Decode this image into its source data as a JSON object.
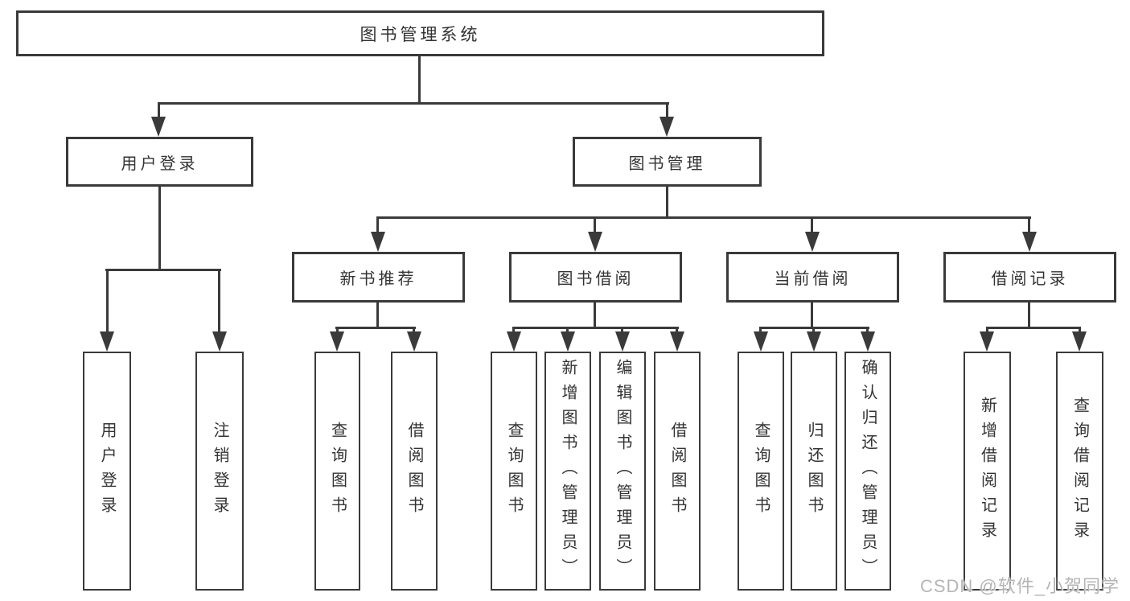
{
  "tree": {
    "root": {
      "label": "图书管理系统"
    },
    "branches": [
      {
        "label": "用户登录",
        "children": [
          {
            "label": "用户登录"
          },
          {
            "label": "注销登录"
          }
        ]
      },
      {
        "label": "图书管理",
        "children": [
          {
            "label": "新书推荐",
            "children": [
              {
                "label": "查询图书"
              },
              {
                "label": "借阅图书"
              }
            ]
          },
          {
            "label": "图书借阅",
            "children": [
              {
                "label": "查询图书"
              },
              {
                "label": "新增图书（管理员）"
              },
              {
                "label": "编辑图书（管理员）"
              },
              {
                "label": "借阅图书"
              }
            ]
          },
          {
            "label": "当前借阅",
            "children": [
              {
                "label": "查询图书"
              },
              {
                "label": "归还图书"
              },
              {
                "label": "确认归还（管理员）"
              }
            ]
          },
          {
            "label": "借阅记录",
            "children": [
              {
                "label": "新增借阅记录"
              },
              {
                "label": "查询借阅记录"
              }
            ]
          }
        ]
      }
    ]
  },
  "watermark": {
    "text": "CSDN @软件_小贺同学"
  },
  "colors": {
    "line": "#3a3a3a",
    "box_border": "#3a3a3a",
    "text": "#333333",
    "watermark": "#b5b5b5",
    "background": "#ffffff"
  }
}
